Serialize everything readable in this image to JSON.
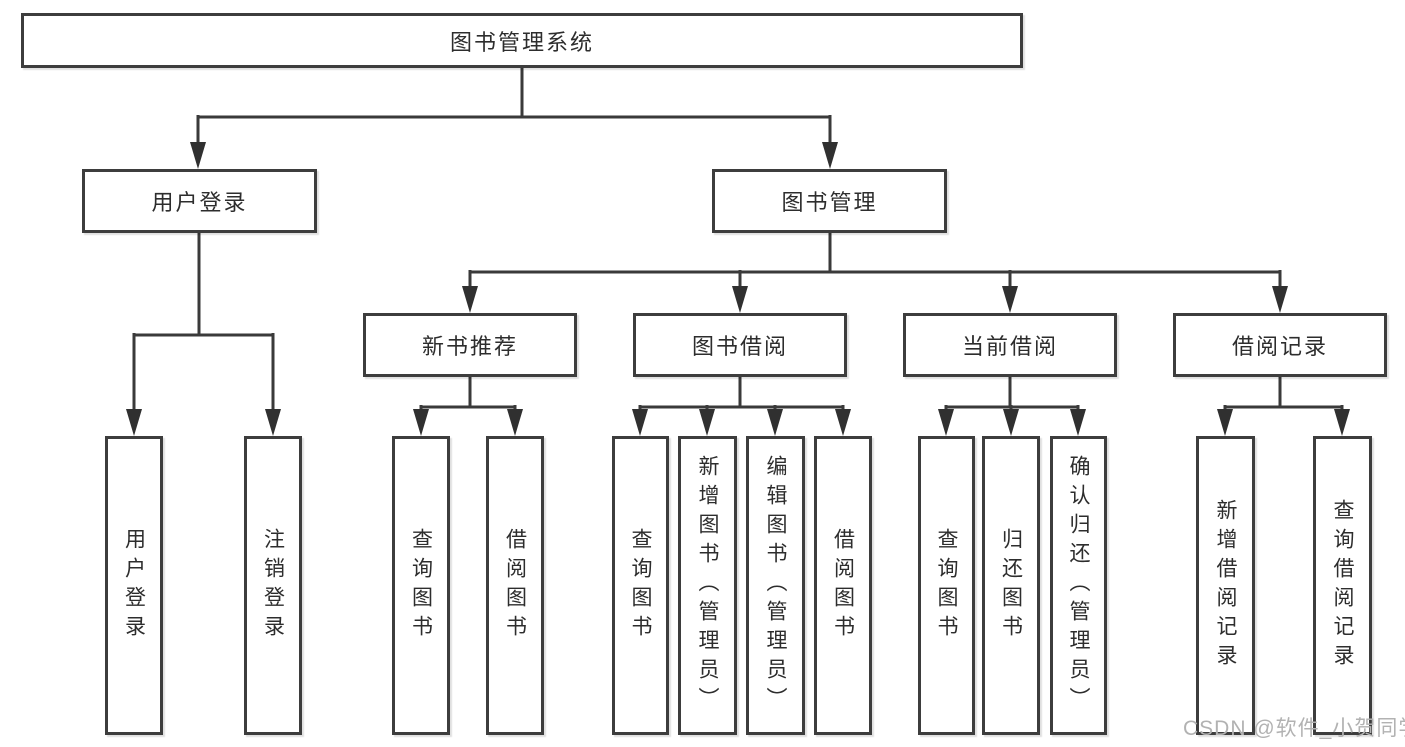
{
  "tree": {
    "root": {
      "label": "图书管理系统"
    },
    "children": [
      {
        "label": "用户登录",
        "children": [
          {
            "label": "用户登录"
          },
          {
            "label": "注销登录"
          }
        ]
      },
      {
        "label": "图书管理",
        "children": [
          {
            "label": "新书推荐",
            "children": [
              {
                "label": "查询图书"
              },
              {
                "label": "借阅图书"
              }
            ]
          },
          {
            "label": "图书借阅",
            "children": [
              {
                "label": "查询图书"
              },
              {
                "label": "新增图书（管理员）"
              },
              {
                "label": "编辑图书（管理员）"
              },
              {
                "label": "借阅图书"
              }
            ]
          },
          {
            "label": "当前借阅",
            "children": [
              {
                "label": "查询图书"
              },
              {
                "label": "归还图书"
              },
              {
                "label": "确认归还（管理员）"
              }
            ]
          },
          {
            "label": "借阅记录",
            "children": [
              {
                "label": "新增借阅记录"
              },
              {
                "label": "查询借阅记录"
              }
            ]
          }
        ]
      }
    ]
  },
  "watermark": {
    "text": "CSDN @软件_小贺同学"
  },
  "colors": {
    "background": "#ffffff",
    "line": "#3a3a3a",
    "box_border": "#3d3d3d",
    "text": "#2d2d2d",
    "watermark": "#b2b2b2"
  }
}
